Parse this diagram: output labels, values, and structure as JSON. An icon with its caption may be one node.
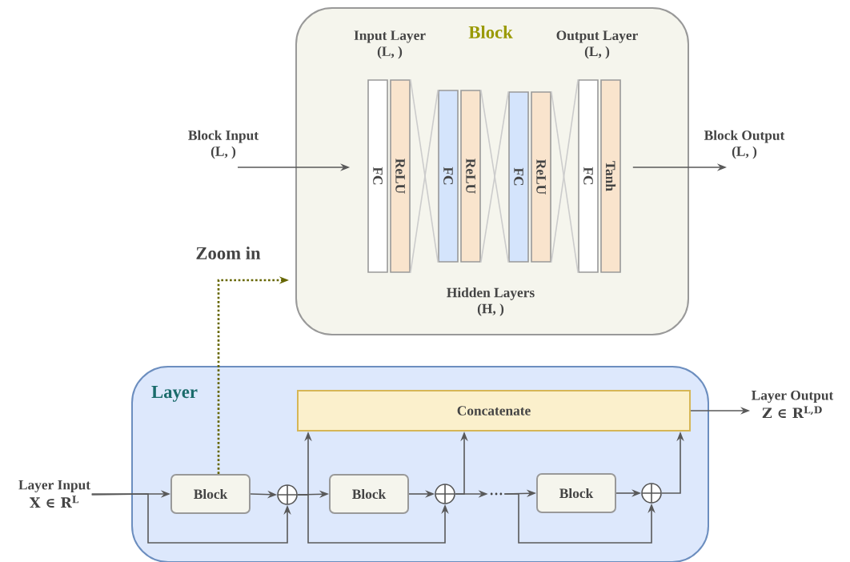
{
  "diagram": {
    "nodes": [
      {
        "text": [
          "Block"
        ]
      },
      {
        "text": [
          "FC"
        ],
        "in": 0
      },
      {
        "text": [
          "ReLU"
        ],
        "in": 0
      },
      {
        "text": [
          "FC"
        ],
        "in": 0
      },
      {
        "text": [
          "ReLU"
        ],
        "in": 0
      },
      {
        "text": [
          "FC"
        ],
        "in": 0
      },
      {
        "text": [
          "ReLU"
        ],
        "in": 0
      },
      {
        "text": [
          "FC"
        ],
        "in": 0
      },
      {
        "text": [
          "Tanh"
        ],
        "in": 0
      },
      {
        "text": [
          "Block Input (L, )"
        ]
      },
      {
        "text": [
          "Block Output (L, )"
        ]
      },
      {
        "text": [
          "Layer"
        ]
      },
      {
        "text": [
          "Concatenate"
        ],
        "in": 11
      },
      {
        "text": [
          "Block"
        ],
        "in": 11
      },
      {
        "text": [],
        "shape": "circle",
        "in": 11
      },
      {
        "text": [
          "Block"
        ],
        "in": 11
      },
      {
        "text": [],
        "shape": "circle",
        "in": 11
      },
      {
        "text": [
          "…"
        ],
        "in": 11
      },
      {
        "text": [
          "Block"
        ],
        "in": 11
      },
      {
        "text": [],
        "shape": "circle",
        "in": 11
      },
      {
        "text": [
          "Layer Input",
          "X ∈ R$^{L}$"
        ]
      },
      {
        "text": [
          "Layer Output",
          "Z ∈ R$^{L,D}$"
        ]
      }
    ],
    "edges": [
      {
        "from": 9,
        "to": 1,
        "arrow": "to"
      },
      {
        "from": 8,
        "to": 10,
        "arrow": "to"
      },
      {
        "from": 2,
        "to": 3,
        "arrow": "none",
        "color": "#cccccc"
      },
      {
        "from": 2,
        "to": 3,
        "arrow": "none",
        "color": "#cccccc"
      },
      {
        "from": 4,
        "to": 5,
        "arrow": "none",
        "color": "#cccccc"
      },
      {
        "from": 4,
        "to": 5,
        "arrow": "none",
        "color": "#cccccc"
      },
      {
        "from": 6,
        "to": 7,
        "arrow": "none",
        "color": "#cccccc"
      },
      {
        "from": 6,
        "to": 7,
        "arrow": "none",
        "color": "#cccccc"
      },
      {
        "from": 20,
        "to": 13,
        "arrow": "to"
      },
      {
        "from": 20,
        "to": 14,
        "arrow": "to"
      },
      {
        "from": 13,
        "to": 14,
        "arrow": "to"
      },
      {
        "from": 14,
        "to": 15,
        "arrow": "to"
      },
      {
        "from": 14,
        "to": 12,
        "arrow": "to"
      },
      {
        "from": 14,
        "to": 16,
        "arrow": "to"
      },
      {
        "from": 15,
        "to": 16,
        "arrow": "to"
      },
      {
        "from": 16,
        "to": 12,
        "arrow": "to"
      },
      {
        "from": 16,
        "to": 17,
        "arrow": "to"
      },
      {
        "from": 17,
        "to": 18,
        "arrow": "to"
      },
      {
        "from": 17,
        "to": 19,
        "arrow": "to"
      },
      {
        "from": 18,
        "to": 19,
        "arrow": "to"
      },
      {
        "from": 19,
        "to": 12,
        "arrow": "to"
      },
      {
        "from": 12,
        "to": 21,
        "arrow": "to"
      },
      {
        "from": 13,
        "to": 0,
        "arrow": "to",
        "label": "Zoom in",
        "style": "dashed",
        "color": "#666600"
      }
    ],
    "labels": [
      "Input Layer (L, )",
      "Output Layer (L, )",
      "Hidden Layers (H, )"
    ]
  }
}
